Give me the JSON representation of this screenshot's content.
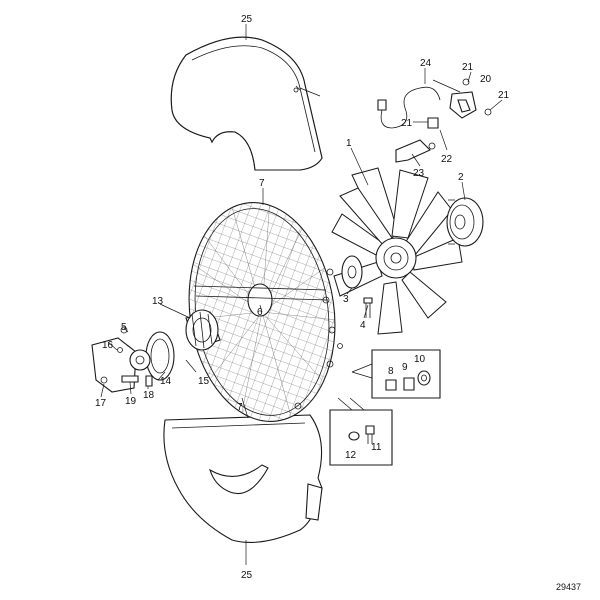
{
  "callouts": {
    "c1": "1",
    "c2": "2",
    "c3": "3",
    "c4": "4",
    "c5": "5",
    "c6": "6",
    "c7a": "7",
    "c7b": "7",
    "c8": "8",
    "c9": "9",
    "c10": "10",
    "c11": "11",
    "c12": "12",
    "c13": "13",
    "c14": "14",
    "c15": "15",
    "c16": "16",
    "c17": "17",
    "c18": "18",
    "c19": "19",
    "c20": "20",
    "c21a": "21",
    "c21b": "21",
    "c21c": "21",
    "c22": "22",
    "c23": "23",
    "c24": "24",
    "c25a": "25",
    "c25b": "25"
  },
  "drawing_number": "29437"
}
